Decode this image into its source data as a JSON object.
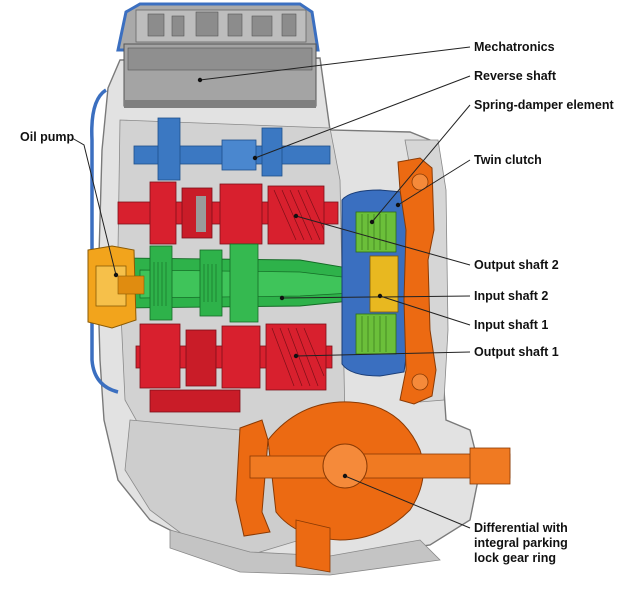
{
  "labels": {
    "mechatronics": "Mechatronics",
    "reverse_shaft": "Reverse shaft",
    "spring_damper": "Spring-damper element",
    "twin_clutch": "Twin clutch",
    "output_shaft_2": "Output shaft 2",
    "input_shaft_2": "Input shaft 2",
    "input_shaft_1": "Input shaft 1",
    "output_shaft_1": "Output shaft 1",
    "oil_pump": "Oil pump",
    "differential": [
      "Differential with",
      "integral parking",
      "lock gear ring"
    ]
  },
  "colors": {
    "housing": "#dcdcdc",
    "housing_dark": "#b9b9b9",
    "mechatronics": "#9a9a9a",
    "reverse_shaft": "#3b78c2",
    "output_shafts": "#d8202e",
    "input_shafts": "#2eb24a",
    "clutch": "#3a6fc0",
    "clutch_green": "#6bbf3a",
    "differential": "#ec6a12",
    "oil_pump": "#f2a41c"
  }
}
